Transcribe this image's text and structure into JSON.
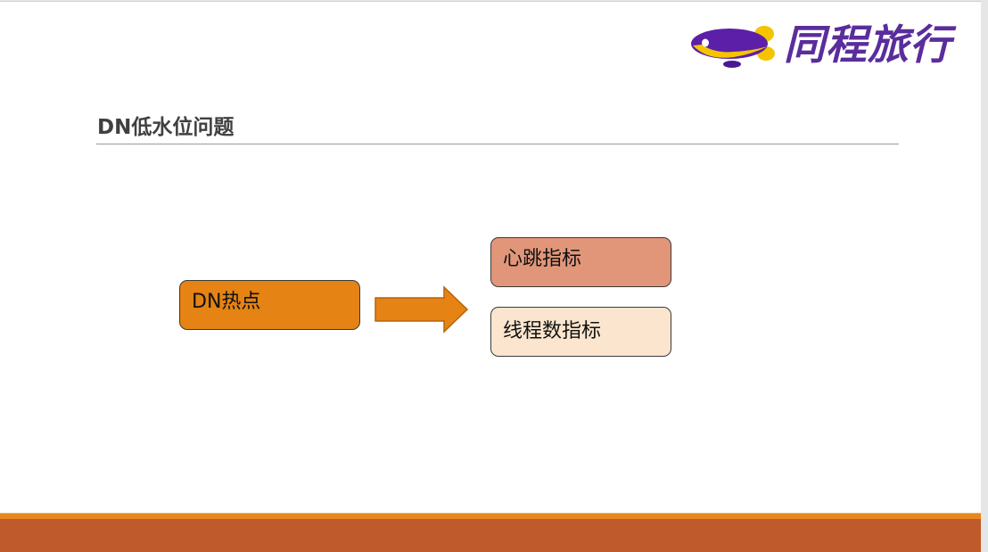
{
  "logo": {
    "brand_text": "同程旅行",
    "icon": "blimp-logo-icon",
    "brand_color": "#5a2d9c",
    "accent_color": "#f5c400"
  },
  "slide": {
    "title": "DN低水位问题"
  },
  "diagram": {
    "source": {
      "label": "DN热点",
      "color": "#e58314"
    },
    "arrow": {
      "icon": "right-arrow-icon",
      "color": "#e58314"
    },
    "targets": [
      {
        "label": "心跳指标",
        "color": "#e1967a"
      },
      {
        "label": "线程数指标",
        "color": "#fbe5ce"
      }
    ]
  },
  "footer": {
    "stripe_color": "#e8871e",
    "band_color": "#be5a2b"
  }
}
